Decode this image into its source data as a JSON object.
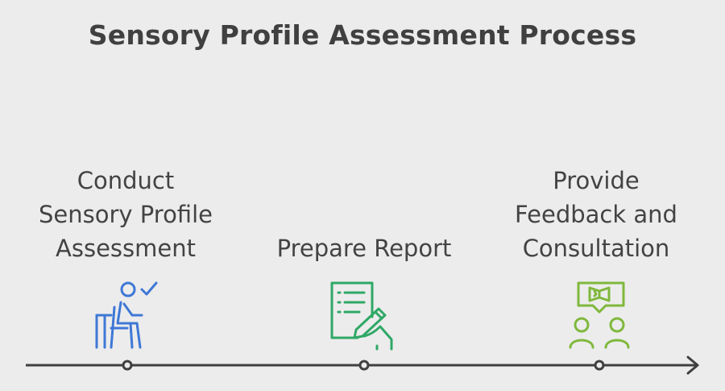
{
  "title": "Sensory Profile Assessment Process",
  "steps": [
    {
      "label": "Conduct\nSensory Profile\nAssessment",
      "icon": "person-at-desk-check-icon",
      "color": "#3f78d6"
    },
    {
      "label": "Prepare Report",
      "icon": "document-writing-icon",
      "color": "#2fa866"
    },
    {
      "label": "Provide\nFeedback and\nConsultation",
      "icon": "consultation-people-icon",
      "color": "#7fb83c"
    }
  ],
  "timeline_color": "#3f3f3f"
}
